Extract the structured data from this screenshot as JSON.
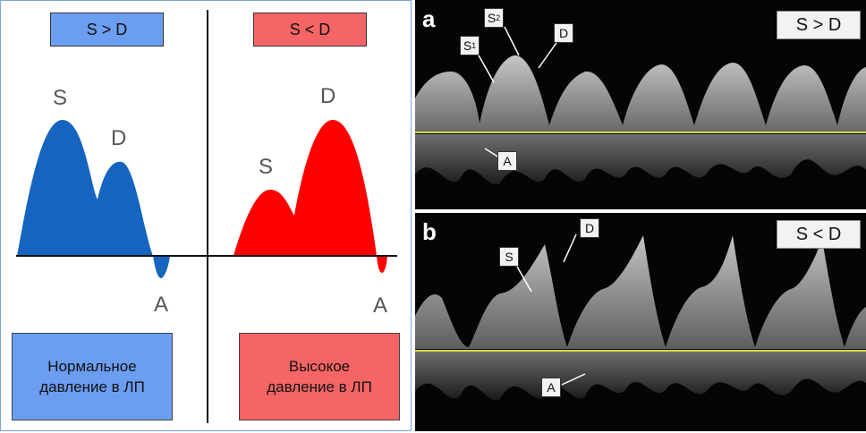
{
  "left": {
    "badge_normal": "S > D",
    "badge_high": "S < D",
    "normal_wave": {
      "s": "S",
      "d": "D",
      "a": "A"
    },
    "high_wave": {
      "s": "S",
      "d": "D",
      "a": "A"
    },
    "caption_normal": "Нормальное\nдавление в ЛП",
    "caption_high": "Высокое\nдавление в ЛП",
    "colors": {
      "normal": "#1565c0",
      "high": "#ff0000",
      "normal_box": "#6b9ef0",
      "high_box": "#f56565"
    }
  },
  "panel_a": {
    "letter": "a",
    "badge": "S > D",
    "callouts": {
      "s1": "S",
      "s1_sub": "1",
      "s2": "S",
      "s2_sub": "2",
      "d": "D",
      "a": "A"
    }
  },
  "panel_b": {
    "letter": "b",
    "badge": "S < D",
    "callouts": {
      "s": "S",
      "d": "D",
      "a": "A"
    }
  }
}
